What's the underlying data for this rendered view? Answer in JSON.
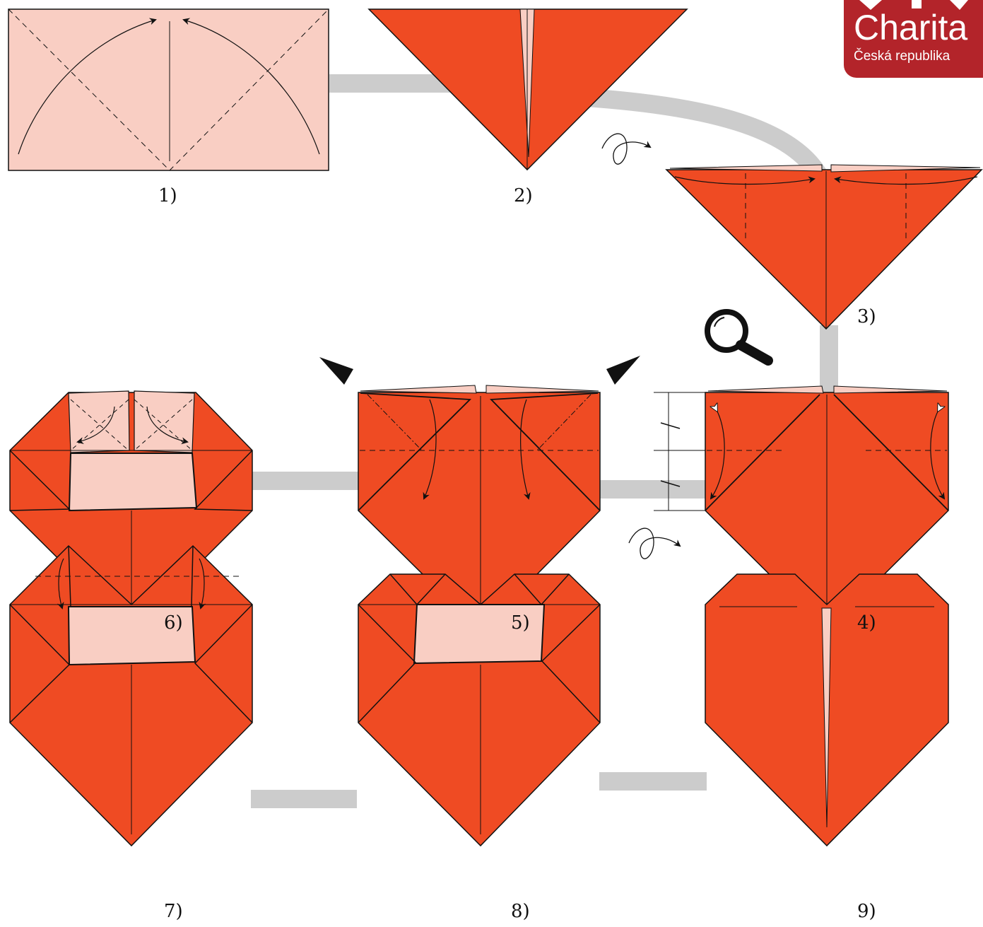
{
  "logo": {
    "name": "Charita",
    "subtitle": "Česká republika",
    "color": "#b3242a"
  },
  "colors": {
    "paper_front": "#ef4b23",
    "paper_back": "#f9cec3",
    "connector": "#cccccc",
    "line": "#111111"
  },
  "steps": [
    {
      "label": "1)"
    },
    {
      "label": "2)"
    },
    {
      "label": "3)"
    },
    {
      "label": "4)"
    },
    {
      "label": "5)"
    },
    {
      "label": "6)"
    },
    {
      "label": "7)"
    },
    {
      "label": "8)"
    },
    {
      "label": "9)"
    }
  ],
  "symbols": {
    "turn_over": "turn-over-icon",
    "magnify": "magnifier-icon",
    "push": "push-arrow-icon"
  }
}
